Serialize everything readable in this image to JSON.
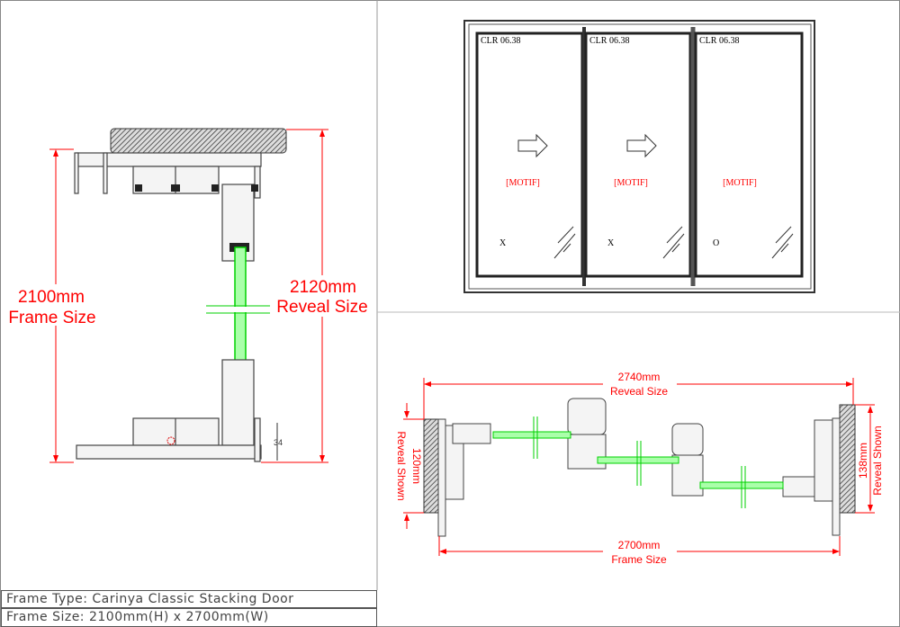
{
  "section_view": {
    "frame_dimension": "2100mm",
    "frame_label": "Frame Size",
    "reveal_dimension": "2120mm",
    "reveal_label": "Reveal Size",
    "sill_height": "34"
  },
  "elevation": {
    "panels": [
      {
        "glass": "CLR 06.38",
        "motif": "[MOTIF]",
        "type": "X",
        "arrow": "arrow-right-icon"
      },
      {
        "glass": "CLR 06.38",
        "motif": "[MOTIF]",
        "type": "X",
        "arrow": "arrow-right-icon"
      },
      {
        "glass": "CLR 06.38",
        "motif": "[MOTIF]",
        "type": "O"
      }
    ]
  },
  "plan_view": {
    "reveal_dimension": "2740mm",
    "reveal_label": "Reveal Size",
    "frame_dimension": "2700mm",
    "frame_label": "Frame Size",
    "left_reveal": "120mm",
    "left_reveal_label": "Reveal Shown",
    "right_reveal": "138mm",
    "right_reveal_label": "Reveal Shown"
  },
  "title_block": {
    "frame_type": "Frame Type: Carinya Classic Stacking Door",
    "frame_size": "Frame Size: 2100mm(H) x 2700mm(W)"
  },
  "colors": {
    "dimension": "#ff0000",
    "glass": "#00e000",
    "profile": "#444444"
  }
}
